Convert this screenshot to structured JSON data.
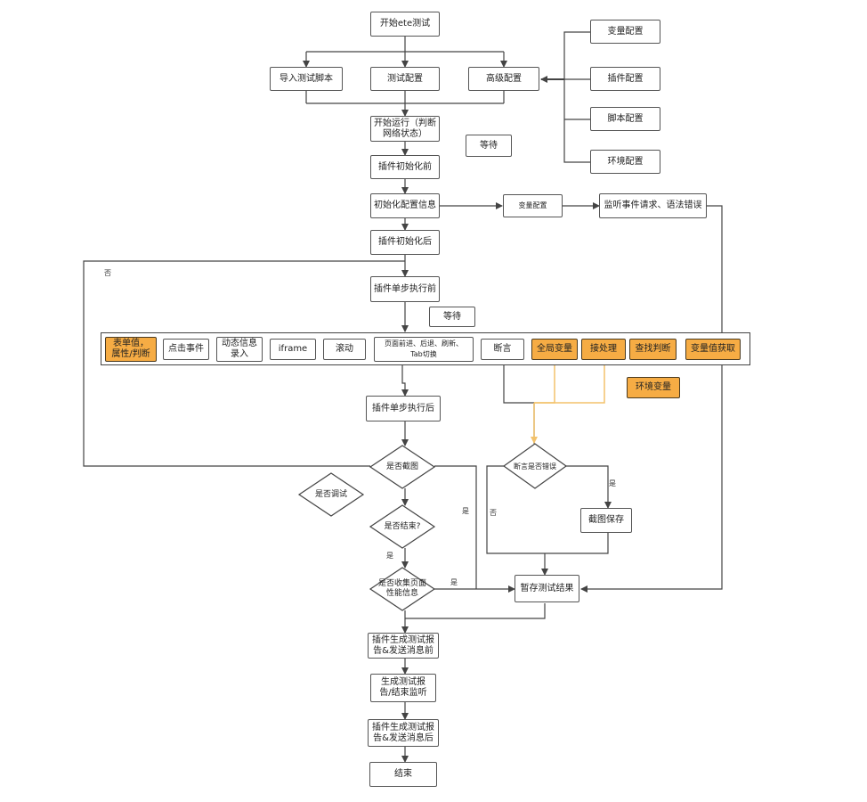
{
  "nodes": {
    "start": "开始ete测试",
    "import_script": "导入测试脚本",
    "test_config": "测试配置",
    "advanced_config": "高级配置",
    "var_config": "变量配置",
    "plugin_config": "插件配置",
    "script_config": "脚本配置",
    "env_config": "环境配置",
    "run_start": "开始运行（判断\n网络状态）",
    "wait1": "等待",
    "before_plugin_init": "插件初始化前",
    "init_config_info": "初始化配置信息",
    "var_config2": "变量配置",
    "listen_events": "监听事件请求、语法错误",
    "after_plugin_init": "插件初始化后",
    "before_step": "插件单步执行前",
    "wait2": "等待",
    "after_step": "插件单步执行后",
    "save_result": "暂存测试结果",
    "screenshot_save": "截图保存",
    "before_report": "插件生成测试报\n告&发送消息前",
    "gen_report": "生成测试报\n告/结束监听",
    "after_report": "插件生成测试报\n告&发送消息后",
    "end": "结束",
    "env_var": "环境变量"
  },
  "strip": {
    "items": [
      {
        "label": "表单值，\n属性/判断",
        "highlight": true
      },
      {
        "label": "点击事件",
        "highlight": false
      },
      {
        "label": "动态信息\n录入",
        "highlight": false
      },
      {
        "label": "iframe",
        "highlight": false
      },
      {
        "label": "滚动",
        "highlight": false
      },
      {
        "label": "页面前进、后退、刷新、\nTab切换",
        "highlight": false
      },
      {
        "label": "断言",
        "highlight": false
      },
      {
        "label": "全局变量",
        "highlight": true
      },
      {
        "label": "接处理",
        "highlight": true
      },
      {
        "label": "查找判断",
        "highlight": true
      },
      {
        "label": "变量值获取",
        "highlight": true
      }
    ]
  },
  "decisions": {
    "screenshot": "是否截图",
    "is_test": "是否调试",
    "is_end": "是否结束?",
    "collect_perf": "是否收集页面\n性能信息",
    "assert_error": "断言是否错误"
  },
  "edge_labels": {
    "no_loop": "否",
    "yes_screenshot": "是",
    "yes_end": "是",
    "yes_perf": "是",
    "yes_assert": "是",
    "no_assert": "否"
  },
  "colors": {
    "highlight": "#f6ac44",
    "line": "#444444",
    "yellow_line": "#f3c26b"
  }
}
